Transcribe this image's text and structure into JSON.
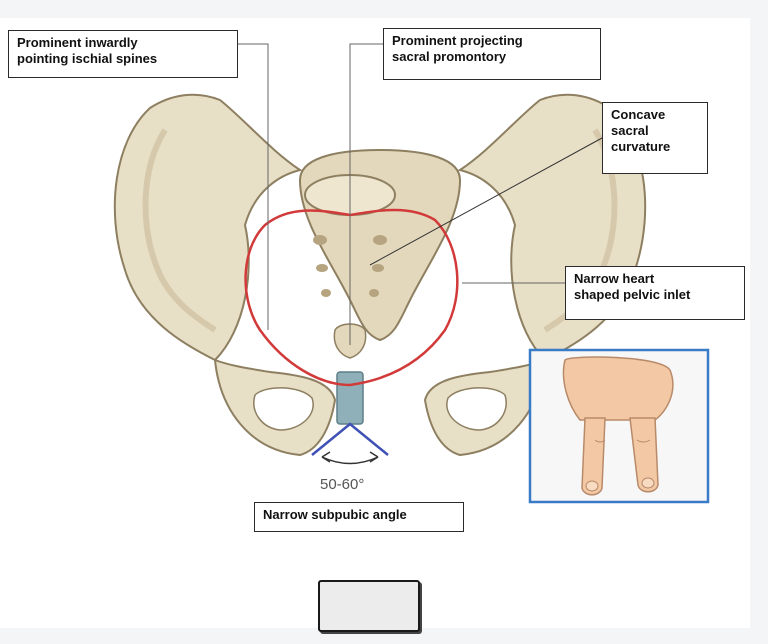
{
  "labels": {
    "ischial_spines": "Prominent inwardly\npointing ischial spines",
    "sacral_promontory": "Prominent projecting\nsacral promontory",
    "sacral_curvature": "Concave\nsacral\ncurvature",
    "pelvic_inlet": "Narrow heart\nshaped pelvic inlet",
    "subpubic_angle": "Narrow subpubic angle",
    "angle_value": "50-60°"
  },
  "colors": {
    "inlet_outline": "#d23a3a",
    "subpubic_lines": "#3f51b5",
    "bone_fill": "#e6dcc3",
    "bone_shadow": "#b9ab8a",
    "hand_frame": "#3a7bc8",
    "hand_skin": "#f2c9a4",
    "background": "#f4f5f7"
  },
  "icons": {
    "hand_gesture": "two-finger-hand-icon"
  }
}
